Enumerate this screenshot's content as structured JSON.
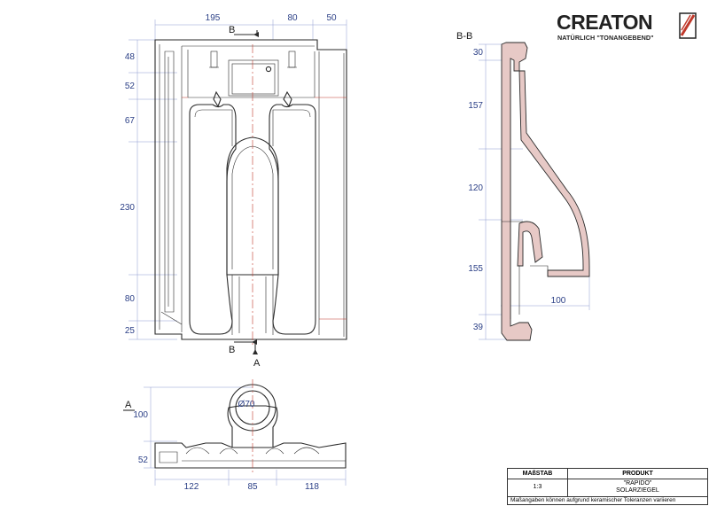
{
  "brand": {
    "name": "CREATON",
    "tagline": "NATÜRLICH \"TONANGEBEND\"",
    "colors": {
      "accent": "#c0392b",
      "dimension": "#2b3f86",
      "ink": "#222222"
    }
  },
  "views": {
    "front": {
      "top_dims": [
        "195",
        "80",
        "50"
      ],
      "left_dims": [
        "48",
        "52",
        "67",
        "230",
        "80",
        "25"
      ],
      "section_top": "B",
      "section_bottom_b": "B",
      "section_bottom_a": "A"
    },
    "section": {
      "label": "B-B",
      "left_dims": [
        "30",
        "157",
        "120",
        "155",
        "39"
      ],
      "depth_dim": "100"
    },
    "bottom": {
      "label": "A",
      "left_dims": [
        "100",
        "52"
      ],
      "bottom_dims": [
        "122",
        "85",
        "118"
      ],
      "diameter": "Ø70"
    }
  },
  "title_block": {
    "scale_header": "MAßSTAB",
    "product_header": "PRODUKT",
    "scale": "1:3",
    "product_line1": "\"RAPIDO\"",
    "product_line2": "SOLARZIEGEL",
    "note": "Maßangaben können aufgrund keramischer Toleranzen variieren"
  }
}
